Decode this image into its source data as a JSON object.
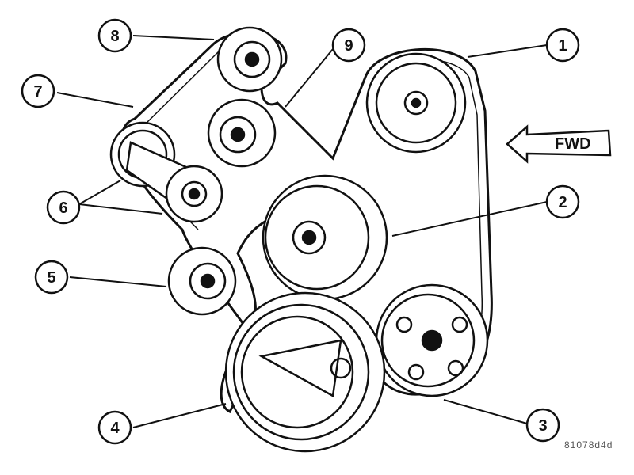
{
  "callouts": [
    "1",
    "2",
    "3",
    "4",
    "5",
    "6",
    "7",
    "8",
    "9"
  ],
  "direction_label": "FWD",
  "figure_code": "81078d4d"
}
